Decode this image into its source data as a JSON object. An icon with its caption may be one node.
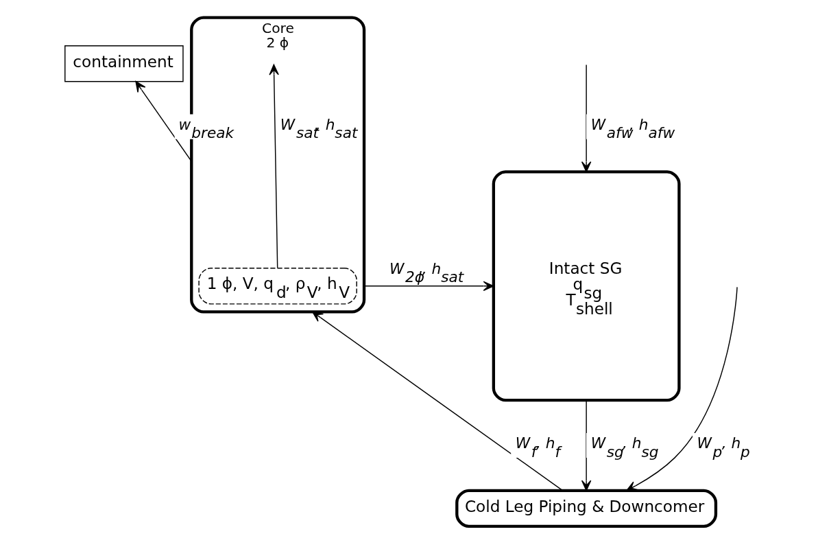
{
  "diagram": {
    "nodes": [
      {
        "text": [
          "containment"
        ]
      },
      {
        "text": [
          "Core",
          "2 ϕ"
        ]
      },
      {
        "text": [
          "1 ϕ, V, q$_{d}$, ρ$_{V}$, h$_{V}$"
        ],
        "in": 1
      },
      {
        "text": [
          "Intact SG",
          "q$_{sg}$",
          "T$_{shell}$"
        ]
      },
      {
        "text": [
          "Cold Leg Piping & Downcomer"
        ]
      }
    ],
    "edges": [
      {
        "from": 1,
        "to": 0,
        "arrow": "to",
        "label": "w$_{break}$"
      },
      {
        "from": 1,
        "to": 3,
        "arrow": "to",
        "label": "W$_{2ϕ}$, h$_{sat}$"
      },
      {
        "from": 2,
        "to": null,
        "arrow": "to",
        "label": "W$_{sat}$, h$_{sat}$"
      },
      {
        "from": null,
        "to": 3,
        "arrow": "to",
        "label": "W$_{afw}$, h$_{afw}$"
      },
      {
        "from": 3,
        "to": 4,
        "arrow": "to",
        "label": "W$_{sg}$, h$_{sg}$"
      },
      {
        "from": null,
        "to": 4,
        "arrow": "to",
        "label": "W$_{p}$, h$_{p}$"
      },
      {
        "from": 4,
        "to": 1,
        "arrow": "to",
        "label": "W$_{f}$, h$_{f}$"
      }
    ]
  }
}
